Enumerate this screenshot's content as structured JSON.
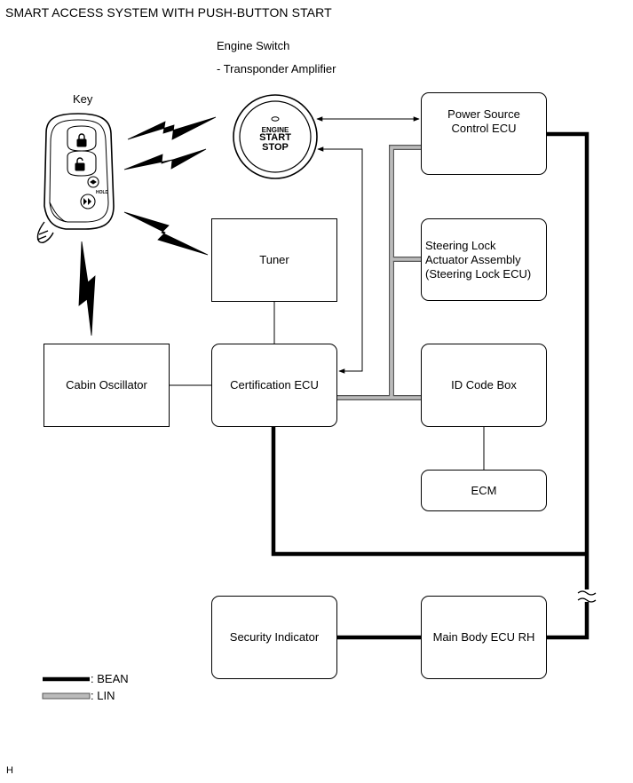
{
  "title": "SMART ACCESS SYSTEM WITH PUSH-BUTTON START",
  "labels": {
    "engine_switch": "Engine Switch",
    "transponder": "- Transponder Amplifier",
    "key": "Key"
  },
  "engine_button": {
    "line1": "ENGINE",
    "line2": "START",
    "line3": "STOP"
  },
  "key_buttons": {
    "hold": "HOLD"
  },
  "boxes": {
    "power_source": "Power Source\nControl ECU",
    "steering_lock": "Steering Lock\nActuator Assembly\n(Steering Lock ECU)",
    "tuner": "Tuner",
    "cabin_oscillator": "Cabin Oscillator",
    "certification": "Certification ECU",
    "id_code": "ID Code Box",
    "ecm": "ECM",
    "security": "Security Indicator",
    "main_body": "Main Body ECU RH"
  },
  "legend": {
    "bean": ": BEAN",
    "lin": ": LIN"
  },
  "footer": "H",
  "colors": {
    "bean_line": "#000000",
    "lin_line": "#b8b8b8",
    "lin_border": "#555555"
  }
}
